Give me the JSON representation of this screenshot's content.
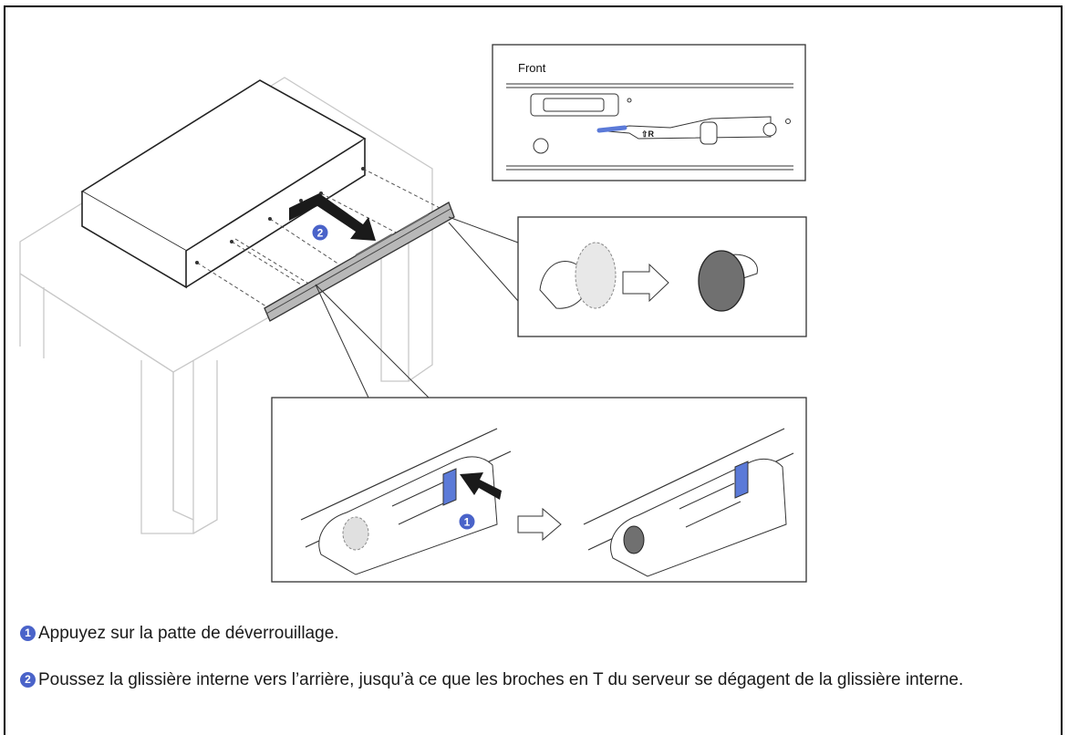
{
  "figure": {
    "front_label": "Front",
    "rail_mark": "⇧R",
    "callout_1": "1",
    "callout_2": "2"
  },
  "steps": [
    {
      "number": "1",
      "text": "Appuyez sur la patte de déverrouillage."
    },
    {
      "number": "2",
      "text": "Poussez la glissière interne vers l’arrière, jusqu’à ce que les broches en T du serveur se dégagent de la glissière interne."
    }
  ],
  "colors": {
    "accent": "#4a63c9",
    "latch_blue": "#5b7ad8",
    "pin_gray": "#707070"
  }
}
